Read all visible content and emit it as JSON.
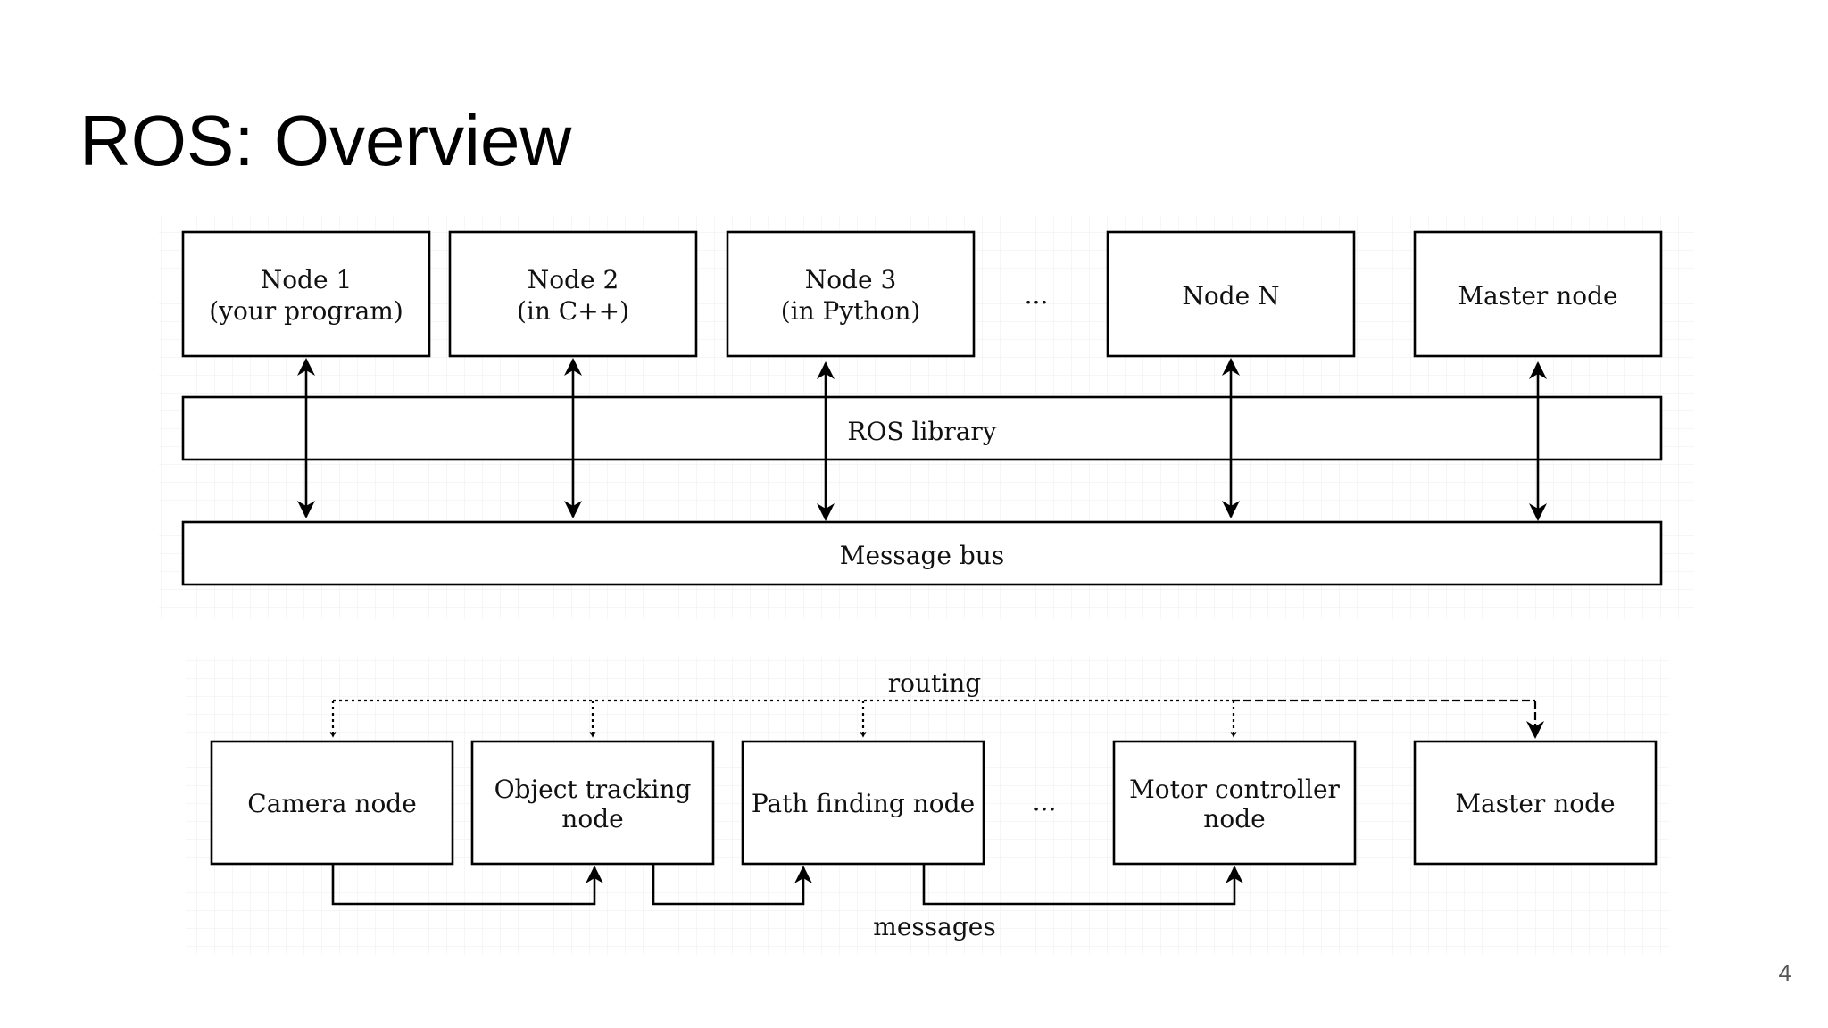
{
  "slide": {
    "title": "ROS: Overview",
    "page_number": "4"
  },
  "top_diagram": {
    "nodes": [
      {
        "line1": "Node 1",
        "line2": "(your program)"
      },
      {
        "line1": "Node 2",
        "line2": "(in C++)"
      },
      {
        "line1": "Node 3",
        "line2": "(in Python)"
      },
      {
        "line1": "Node N",
        "line2": ""
      },
      {
        "line1": "Master node",
        "line2": ""
      }
    ],
    "ellipsis": "...",
    "library_label": "ROS library",
    "bus_label": "Message bus"
  },
  "bottom_diagram": {
    "nodes": [
      {
        "line1": "Camera node",
        "line2": ""
      },
      {
        "line1": "Object tracking",
        "line2": "node"
      },
      {
        "line1": "Path finding node",
        "line2": ""
      },
      {
        "line1": "Motor controller",
        "line2": "node"
      },
      {
        "line1": "Master node",
        "line2": ""
      }
    ],
    "ellipsis": "...",
    "routing_label": "routing",
    "messages_label": "messages"
  }
}
